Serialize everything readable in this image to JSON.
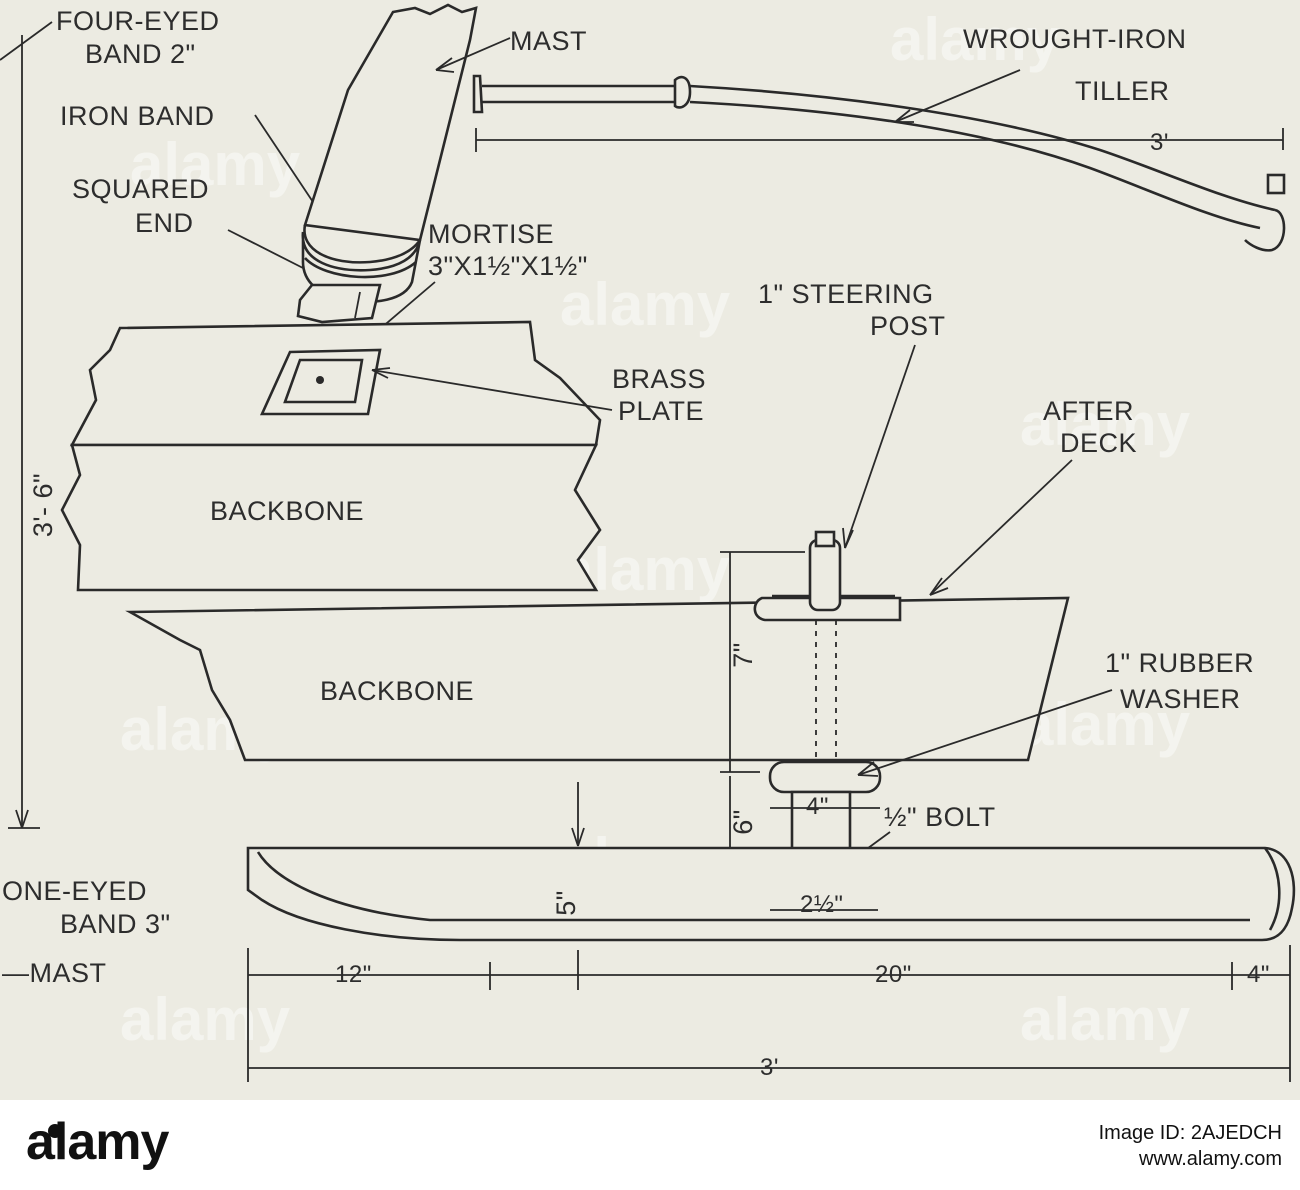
{
  "labels": {
    "four_eyed_1": "FOUR-EYED",
    "four_eyed_2": "BAND 2\"",
    "iron_band_1": "IRON BAND",
    "squared_1": "SQUARED",
    "squared_2": "END",
    "mast_top": "MAST",
    "tiller_1": "WROUGHT-IRON",
    "tiller_2": "TILLER",
    "tiller_len": "3'",
    "mortise_1": "MORTISE",
    "mortise_2": "3\"X1½\"X1½\"",
    "steering_1": "1\" STEERING",
    "steering_2": "POST",
    "brass_1": "BRASS",
    "brass_2": "PLATE",
    "after_1": "AFTER",
    "after_2": "DECK",
    "backbone_1": "BACKBONE",
    "backbone_2": "BACKBONE",
    "rubber_1": "1\" RUBBER",
    "rubber_2": "WASHER",
    "height_total": "3'- 6\"",
    "dim_7": "7\"",
    "dim_6": "6\"",
    "dim_4": "4\"",
    "bolt": "½\" BOLT",
    "dim_5": "5\"",
    "dim_2half": "2½\"",
    "one_eyed_1": "ONE-EYED",
    "one_eyed_2": "BAND 3\"",
    "mast_bottom": "—MAST",
    "dim_12": "12\"",
    "dim_20": "20\"",
    "dim_4b": "4\"",
    "dim_3": "3'"
  },
  "watermark": {
    "text": "alamy",
    "brand_text": "alamy",
    "image_id": "Image ID: 2AJEDCH",
    "site": "www.alamy.com"
  },
  "colors": {
    "paper": "#ecebe2",
    "ink": "#2a2a2a",
    "strip": "#ffffff"
  }
}
